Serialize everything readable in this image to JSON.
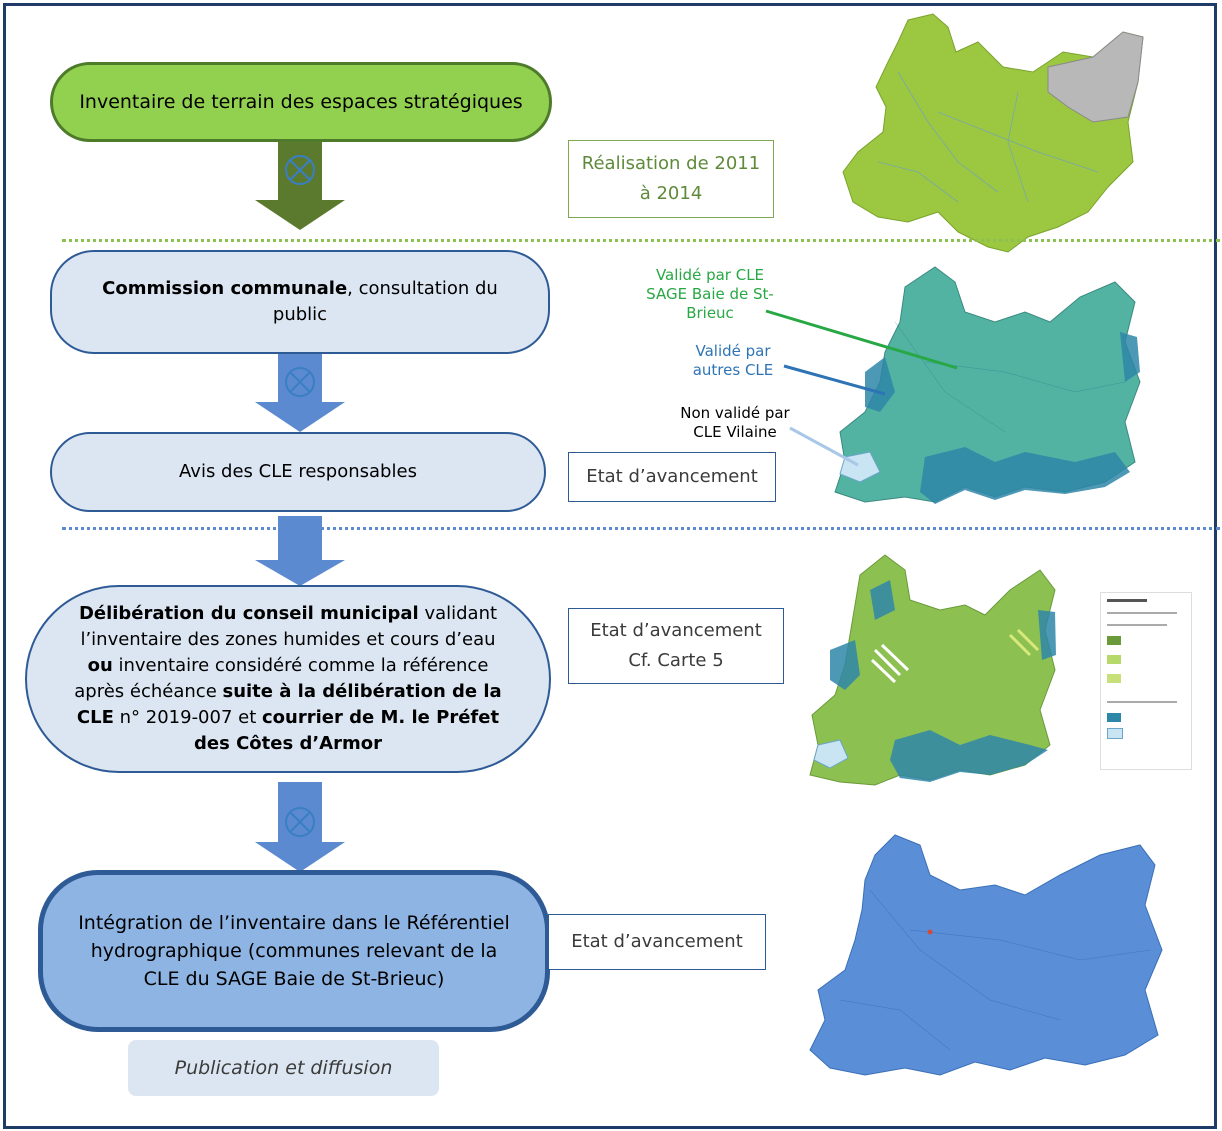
{
  "steps": {
    "inventaire": {
      "label": "Inventaire de terrain des espaces stratégiques",
      "info": "Réalisation de 2011 à 2014"
    },
    "commission": {
      "label_bold": "Commission communale",
      "label_rest": ", consultation du public"
    },
    "avis": {
      "label": "Avis des CLE responsables",
      "info": "Etat d’avancement"
    },
    "deliberation": {
      "p1_bold": "Délibération du conseil municipal",
      "p1_rest": " validant l’inventaire des zones humides et cours d’eau ",
      "p2_bold": "ou",
      "p2_rest": " inventaire considéré comme la référence après échéance ",
      "p3_bold": "suite à la délibération de la CLE",
      "p3_rest": " n° 2019-007 et ",
      "p4_bold": "courrier de M. le Préfet des Côtes d’Armor",
      "info_line1": "Etat d’avancement",
      "info_line2": "Cf. Carte 5"
    },
    "integration": {
      "label": "Intégration de l’inventaire dans le Référentiel hydrographique (communes relevant de la CLE du SAGE Baie de St-Brieuc)",
      "info": "Etat d’avancement"
    },
    "publication": {
      "label": "Publication et diffusion"
    }
  },
  "map2_labels": {
    "valide_sage": "Validé par CLE SAGE Baie de St-Brieuc",
    "valide_autres": "Validé par autres CLE",
    "non_valide": "Non validé par CLE Vilaine"
  },
  "colors": {
    "frame": "#1f3b68",
    "green_box": "#92d050",
    "green_arrow": "#5b7a2e",
    "blue_arrow": "#5b8ad0",
    "box_light": "#dce6f2",
    "box_blue": "#8eb4e3",
    "label_green": "#27a844",
    "label_blue": "#2e74b5",
    "map1": "#9cc740",
    "map2": "#52b3a3",
    "map3": "#8cc152",
    "map4": "#5a8fd8"
  }
}
